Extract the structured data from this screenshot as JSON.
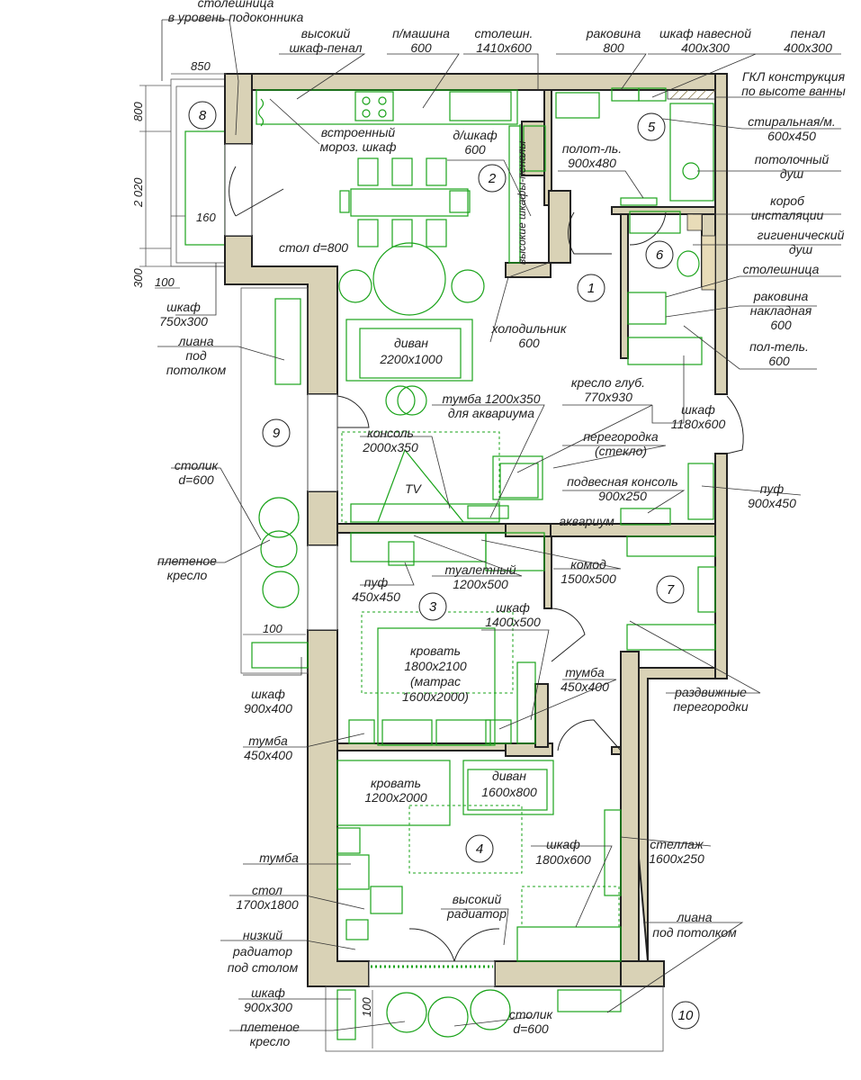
{
  "rooms": [
    {
      "id": "1",
      "name": ""
    },
    {
      "id": "2",
      "name": ""
    },
    {
      "id": "3",
      "name": ""
    },
    {
      "id": "4",
      "name": ""
    },
    {
      "id": "5",
      "name": ""
    },
    {
      "id": "6",
      "name": ""
    },
    {
      "id": "7",
      "name": ""
    },
    {
      "id": "8",
      "name": ""
    },
    {
      "id": "9",
      "name": ""
    },
    {
      "id": "10",
      "name": ""
    }
  ],
  "dimensions": {
    "d850": "850",
    "d800": "800",
    "d2020": "2 020",
    "d160": "160",
    "d300": "300",
    "d100a": "100",
    "d100b": "100",
    "d100c": "100"
  },
  "labels": {
    "countertop_sill_1": "столешница",
    "countertop_sill_2": "в уровень подоконника",
    "tall_pencil_1": "высокий",
    "tall_pencil_2": "шкаф-пенал",
    "washer_1": "п/машина",
    "washer_2": "600",
    "counter_1": "столешн.",
    "counter_2": "1410x600",
    "sink_1": "раковина",
    "sink_2": "800",
    "hang_cab_1": "шкаф навесной",
    "hang_cab_2": "400x300",
    "pencil_1": "пенал",
    "pencil_2": "400x300",
    "gkl_1": "ГКЛ конструкция",
    "gkl_2": "по высоте ванны",
    "builtin_fr_1": "встроенный",
    "builtin_fr_2": "мороз. шкаф",
    "dw_1": "д/шкаф",
    "dw_2": "600",
    "towel_1": "полот-ль.",
    "towel_2": "900x480",
    "washing_m_1": "стиральная/м.",
    "washing_m_2": "600x450",
    "shower_1": "потолочный",
    "shower_2": "душ",
    "install_1": "короб",
    "install_2": "инсталяции",
    "hyg_1": "гигиенический",
    "hyg_2": "душ",
    "counter2_1": "столешница",
    "over_sink_1": "раковина",
    "over_sink_2": "накладная",
    "over_sink_3": "600",
    "towel2_1": "пол-тель.",
    "towel2_2": "600",
    "table_d": "стол d=800",
    "tall_pencils_v": "высокие шкафы-пеналы",
    "fridge_1": "холодильник",
    "fridge_2": "600",
    "wardrobe_8_1": "шкаф",
    "wardrobe_8_2": "750x300",
    "liana_1": "лиана",
    "liana_2": "под",
    "liana_3": "потолком",
    "sofa_1": "диван",
    "sofa_2": "2200x1000",
    "aqua_stand_1": "тумба 1200x350",
    "aqua_stand_2": "для аквариума",
    "armchair_1": "кресло глуб.",
    "armchair_2": "770x930",
    "wardrobe_6_1": "шкаф",
    "wardrobe_6_2": "1180x600",
    "console_1": "консоль",
    "console_2": "2000x350",
    "partition_1": "перегородка",
    "partition_2": "(стекло)",
    "hang_console_1": "подвесная консоль",
    "hang_console_2": "900x250",
    "pouf_1": "пуф",
    "pouf_2": "900x450",
    "tv": "TV",
    "aquarium": "аквариум",
    "small_table_1": "столик",
    "small_table_2": "d=600",
    "wicker_1": "плетеное",
    "wicker_2": "кресло",
    "dressing_1": "туалетный",
    "dressing_2": "1200x500",
    "dresser_1": "комод",
    "dresser_2": "1500x500",
    "pouf3_1": "пуф",
    "pouf3_2": "450x450",
    "wardrobe3_1": "шкаф",
    "wardrobe3_2": "1400x500",
    "bed_1": "кровать",
    "bed_2": "1800x2100",
    "bed_3": "(матрас",
    "bed_4": "1600x2000)",
    "nightstand_1": "тумба",
    "nightstand_2": "450x400",
    "sliding_1": "раздвижные",
    "sliding_2": "перегородки",
    "wardrobe9_1": "шкаф",
    "wardrobe9_2": "900x400",
    "nightstand3_1": "тумба",
    "nightstand3_2": "450x400",
    "bed4_1": "кровать",
    "bed4_2": "1200x2000",
    "sofa4_1": "диван",
    "sofa4_2": "1600x800",
    "wardrobe4_1": "шкаф",
    "wardrobe4_2": "1800x600",
    "rack_1": "стеллаж",
    "rack_2": "1600x250",
    "stand4": "тумба",
    "desk_1": "стол",
    "desk_2": "1700x1800",
    "tall_rad_1": "высокий",
    "tall_rad_2": "радиатор",
    "low_rad_1": "низкий",
    "low_rad_2": "радиатор",
    "low_rad_3": "под столом",
    "liana10_1": "лиана",
    "liana10_2": "под потолком",
    "wardrobe10_1": "шкаф",
    "wardrobe10_2": "900x300",
    "wicker10_1": "плетеное",
    "wicker10_2": "кресло",
    "table10_1": "столик",
    "table10_2": "d=600"
  }
}
